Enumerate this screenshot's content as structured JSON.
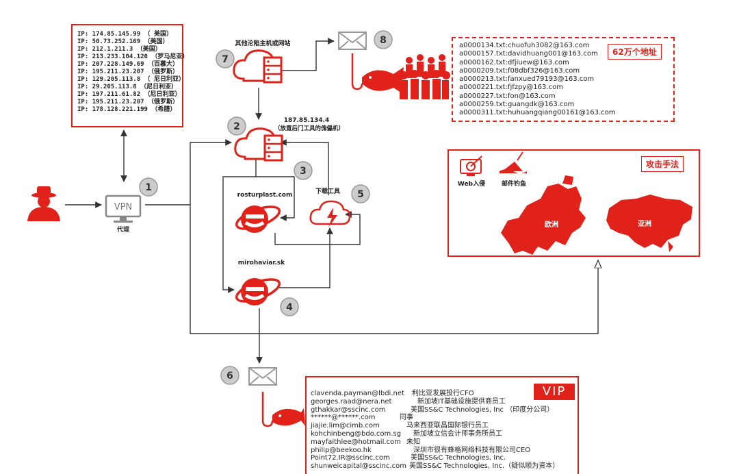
{
  "ip_box": {
    "lines": [
      "IP: 174.85.145.99 （ 美国）",
      "IP: 50.73.252.169 （美国）",
      "IP: 212.1.211.3 （美国）",
      "IP: 213.233.104.120 （罗马尼亚）",
      "IP: 207.228.149.69 （百慕大）",
      "IP: 195.211.23.207 （俄罗斯）",
      "IP: 129.205.113.8 （ 尼日利亚）",
      "IP: 29.205.113.8 （尼日利亚）",
      "IP: 197.211.61.82 （尼日利亚）",
      "IP: 195.211.23.207 （俄罗斯）",
      "IP: 178.128.221.199 （希腊）"
    ]
  },
  "steps": {
    "s1": "1",
    "s2": "2",
    "s3": "3",
    "s4": "4",
    "s5": "5",
    "s6": "6",
    "s7": "7",
    "s8": "8"
  },
  "labels": {
    "vpn": "VPN",
    "proxy": "代理",
    "compromised_hosts": "其他沦陷主机或网站",
    "c2_ip": "187.85.134.4",
    "c2_desc": "（放置后门工具的傀儡机）",
    "rosturplast": "rosturplast.com",
    "download_tool": "下载工具",
    "mirohaviar": "mirohaviar.sk"
  },
  "email_box": {
    "badge": "62万个地址",
    "lines": [
      "a0000134.txt:chuofuh3082@163.com",
      "a0000157.txt:davidhuang001@163.com",
      "a0000162.txt:dfjiuew@163.com",
      "a0000209.txt:f08dbf326@163.com",
      "a0000213.txt:fanxued79193@163.com",
      "a0000221.txt:fjfzpy@163.com",
      "a0000227.txt:fon@163.com",
      "a0000259.txt:guangdk@163.com",
      "a0000311.txt:huhuangqiang00161@163.com"
    ]
  },
  "attack_box": {
    "badge": "攻击手法",
    "web": "Web入侵",
    "phishing": "邮件钓鱼",
    "europe": "欧洲",
    "asia": "亚洲"
  },
  "vip_box": {
    "badge": "VIP",
    "rows": [
      {
        "email": "clavenda.payman@lbdi.net",
        "desc": "利比亚发展投行CFO"
      },
      {
        "email": "georges.raad@nera.net",
        "desc": "新加坡IT基础设施提供商员工"
      },
      {
        "email": "gthakkar@sscinc.com",
        "desc": "美国SS&C Technologies, Inc （印度分公司）"
      },
      {
        "email": "******@******.com",
        "desc": "同事"
      },
      {
        "email": "jiajie.lim@cimb.com",
        "desc": "马来西亚联昌国际银行员工"
      },
      {
        "email": "kohchinbeng@bdo.com.sg",
        "desc": "新加坡立信会计师事务所员工"
      },
      {
        "email": "mayfaithlee@hotmail.com",
        "desc": "未知"
      },
      {
        "email": "philip@beekoo.hk",
        "desc": "深圳市很有蜂格网络科技有限公司CEO"
      },
      {
        "email": "Point72.IR@sscinc.com",
        "desc": "美国SS&C Technologies, Inc."
      },
      {
        "email": "shunweicapital@sscinc.com",
        "desc": "美国SS&C Technologies, Inc.（疑似顺为资本）"
      }
    ]
  },
  "colors": {
    "accent": "#e0221b",
    "grey": "#9a9a9a",
    "line": "#333333"
  }
}
